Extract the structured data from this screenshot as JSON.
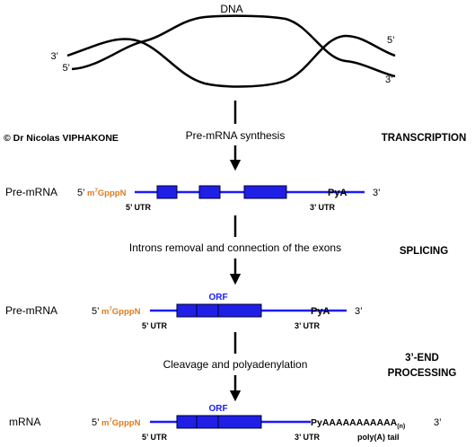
{
  "dna": {
    "label": "DNA",
    "left_top_end": "3’",
    "left_bottom_end": "5’",
    "right_top_end": "5’",
    "right_bottom_end": "3’"
  },
  "copyright": "© Dr Nicolas VIPHAKONE",
  "steps": [
    {
      "action": "Pre-mRNA synthesis",
      "stage": "TRANSCRIPTION",
      "stage_line2": ""
    },
    {
      "action": "Introns removal and connection of the exons",
      "stage": "SPLICING",
      "stage_line2": ""
    },
    {
      "action": "Cleavage and polyadenylation",
      "stage": "3’-END",
      "stage_line2": "PROCESSING"
    }
  ],
  "molecules": [
    {
      "label": "Pre-mRNA",
      "five_prime": "5’",
      "cap_prefix": "m",
      "cap_sup": "7",
      "cap_suffix": "GpppN",
      "utr5": "5’ UTR",
      "orf": "",
      "pya": "PyA",
      "tail": "",
      "tail_sub": "",
      "three_prime": "3’",
      "utr3": "3’ UTR",
      "tail_label": ""
    },
    {
      "label": "Pre-mRNA",
      "five_prime": "5’",
      "cap_prefix": "m",
      "cap_sup": "7",
      "cap_suffix": "GpppN",
      "utr5": "5’ UTR",
      "orf": "ORF",
      "pya": "PyA",
      "tail": "",
      "tail_sub": "",
      "three_prime": "3’",
      "utr3": "3’ UTR",
      "tail_label": ""
    },
    {
      "label": "mRNA",
      "five_prime": "5’",
      "cap_prefix": "m",
      "cap_sup": "7",
      "cap_suffix": "GpppN",
      "utr5": "5’ UTR",
      "orf": "ORF",
      "pya": "Py",
      "tail": "AAAAAAAAAAA",
      "tail_sub": "(n)",
      "three_prime": "3’",
      "utr3": "3’ UTR",
      "tail_label": "poly(A) tail"
    }
  ],
  "colors": {
    "strand": "#1a1aff",
    "exon_fill": "#1f1fe6",
    "exon_stroke": "#000033",
    "cap": "#e07b1c",
    "orf": "#1a1aff",
    "arrow": "#000000",
    "dna": "#000000"
  }
}
